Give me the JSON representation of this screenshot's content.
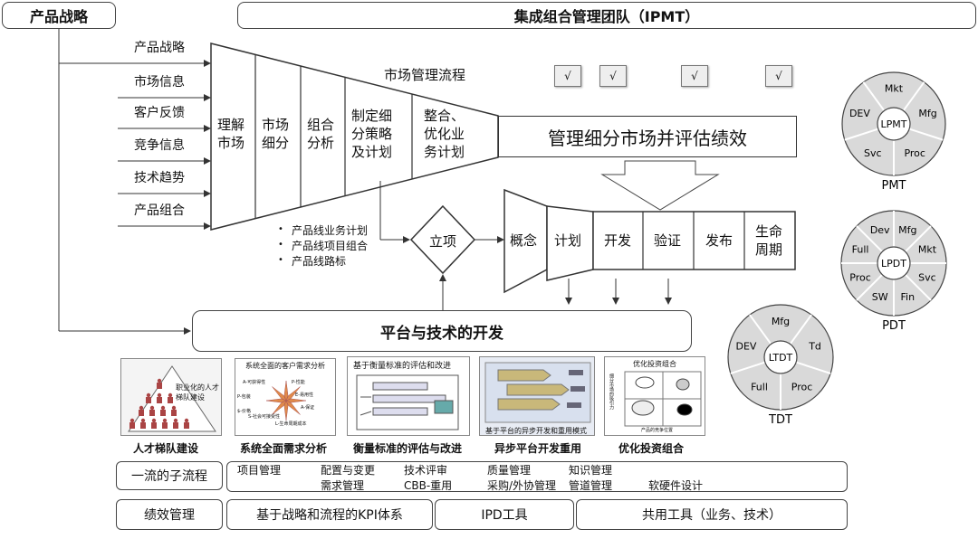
{
  "header": {
    "product_strategy": "产品战略",
    "ipmt": "集成组合管理团队（IPMT）"
  },
  "inputs": [
    "产品战略",
    "市场信息",
    "客户反馈",
    "竞争信息",
    "技术趋势",
    "产品组合"
  ],
  "funnel": {
    "stages": [
      "理解\n市场",
      "市场\n细分",
      "组合\n分析",
      "制定细\n分策略\n及计划",
      "整合、\n优化业\n务计划"
    ],
    "process_label": "市场管理流程",
    "output": "管理细分市场并评估绩效"
  },
  "checks": [
    "√",
    "√",
    "√",
    "√"
  ],
  "outputs_list": [
    "产品线业务计划",
    "产品线项目组合",
    "产品线路标"
  ],
  "decision": "立项",
  "ipd": {
    "stages": [
      "概念",
      "计划",
      "开发",
      "验证",
      "发布",
      "生命\n周期"
    ]
  },
  "platform": "平台与技术的开发",
  "thumbnails": [
    {
      "title": "职业化的人才梯队建设",
      "caption": "人才梯队建设"
    },
    {
      "title": "系统全面的客户需求分析",
      "caption": "系统全面需求分析",
      "labels": [
        "$-价格",
        "A-可获得性",
        "P-包装",
        "P-性能",
        "E-易用性",
        "A-保证",
        "L-生命周期成本",
        "S-社会可接受性"
      ]
    },
    {
      "title": "基于衡量标准的评估和改进",
      "caption": "衡量标准的评估与改进"
    },
    {
      "title": "基于平台的异步开发和重用模式",
      "caption": "异步平台开发重用"
    },
    {
      "title": "优化投资组合",
      "caption": "优化投资组合",
      "axis_y": "细分市场的吸引力",
      "axis_x": "产品的竞争位置"
    }
  ],
  "subprocess": {
    "label": "一流的子流程",
    "row1": [
      "项目管理",
      "配置与变更",
      "技术评审",
      "质量管理",
      "知识管理"
    ],
    "row2": [
      "需求管理",
      "CBB-重用",
      "采购/外协管理",
      "管道管理",
      "软硬件设计"
    ]
  },
  "bottom": [
    "绩效管理",
    "基于战略和流程的KPI体系",
    "IPD工具",
    "共用工具（业务、技术）"
  ],
  "teams": [
    {
      "name": "PMT",
      "center": "LPMT",
      "segments": [
        "Mkt",
        "Mfg",
        "Proc",
        "Svc",
        "DEV"
      ]
    },
    {
      "name": "PDT",
      "center": "LPDT",
      "segments": [
        "Mfg",
        "Mkt",
        "Svc",
        "Fin",
        "SW",
        "Proc",
        "Full",
        "Dev"
      ]
    },
    {
      "name": "TDT",
      "center": "LTDT",
      "segments": [
        "Mfg",
        "Td",
        "Proc",
        "Full",
        "DEV"
      ]
    }
  ],
  "colors": {
    "team_fill": "#d9d9d9",
    "stroke": "#333333"
  }
}
